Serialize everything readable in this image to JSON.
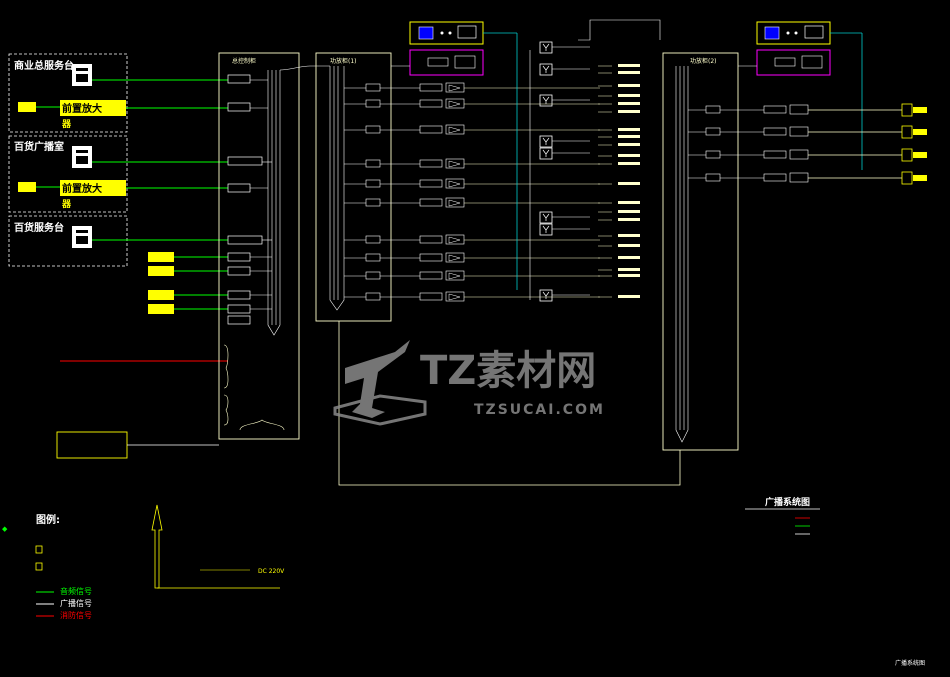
{
  "colors": {
    "background": "#000000",
    "frame": "#ffffcc",
    "yellow": "#ffff00",
    "green": "#00ff00",
    "white": "#ffffff",
    "red": "#ff0000",
    "cyan": "#00cccc",
    "magenta": "#ff00ff",
    "blue": "#0000ff",
    "watermark": "#8a8a8a"
  },
  "rooms": {
    "commercial_desk": "商业总服务台",
    "dept_broadcast_room": "百货广播室",
    "dept_service_desk": "百货服务台",
    "preamp_1": "前置放大",
    "preamp_1b": "器",
    "preamp_2": "前置放大",
    "preamp_2b": "器"
  },
  "cabinets": {
    "left_title": "总控制柜",
    "center_title": "功放柜(1)",
    "right_title": "功放柜(2)"
  },
  "legend": {
    "title": "图例:",
    "audio_label": "音频信号",
    "broadcast_label": "广播信号",
    "fire_label": "消防信号"
  },
  "bottom": {
    "system_title": "广播系统图",
    "sheet_label": "广播系统图",
    "dc_label": "DC 220V"
  },
  "watermark": {
    "brand": "TZ素材网",
    "url": "TZSUCAI.COM"
  },
  "icons": [
    "speaker-icon",
    "ceiling-speaker-icon",
    "amplifier-icon",
    "arrow-up-icon",
    "y-splitter-icon",
    "logo-icon"
  ]
}
